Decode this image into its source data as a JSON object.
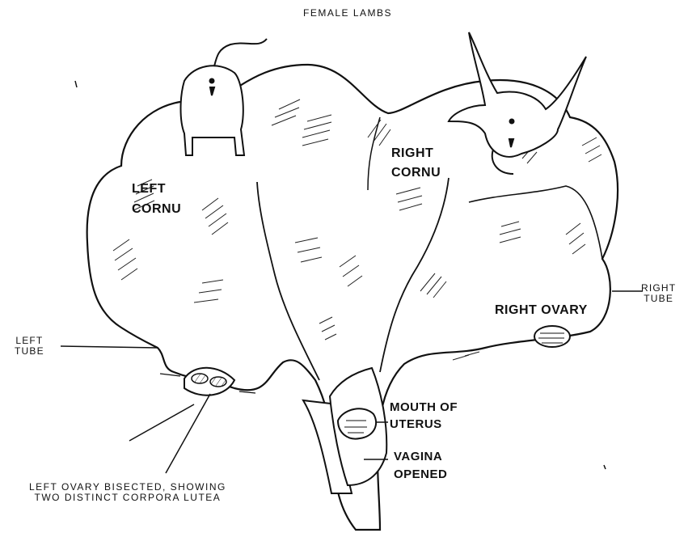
{
  "title": "FEMALE LAMBS",
  "labels": {
    "left_cornu": [
      "LEFT",
      "CORNU"
    ],
    "right_cornu": [
      "RIGHT",
      "CORNU"
    ],
    "right_ovary": "RIGHT OVARY",
    "right_tube": [
      "RIGHT",
      "TUBE"
    ],
    "left_tube": [
      "LEFT",
      "TUBE"
    ],
    "mouth_of_uterus": [
      "MOUTH OF",
      "UTERUS"
    ],
    "vagina_opened": [
      "VAGINA",
      "OPENED"
    ],
    "left_ovary_caption": [
      "LEFT OVARY BISECTED, SHOWING",
      "TWO DISTINCT CORPORA LUTEA"
    ]
  }
}
